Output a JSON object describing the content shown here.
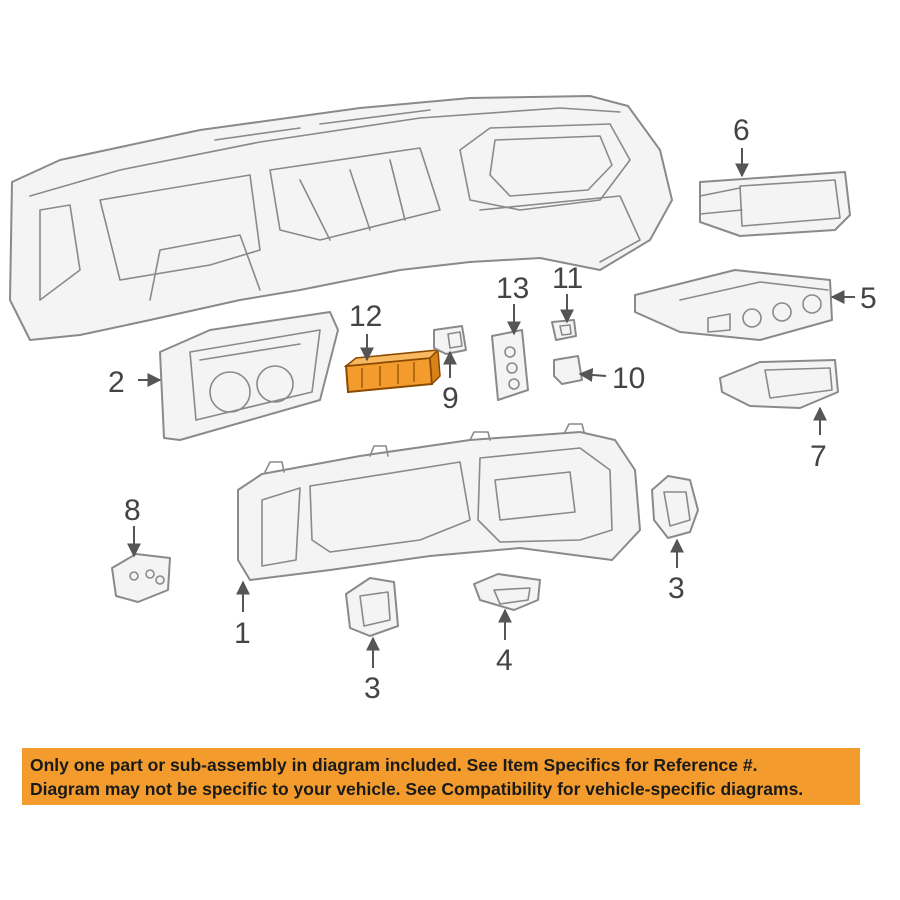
{
  "diagram": {
    "callouts": {
      "p1": "1",
      "p2": "2",
      "p3a": "3",
      "p3b": "3",
      "p4": "4",
      "p5": "5",
      "p6": "6",
      "p7": "7",
      "p8": "8",
      "p9": "9",
      "p10": "10",
      "p11": "11",
      "p12": "12",
      "p13": "13"
    },
    "highlight_color": "#f39c2d",
    "line_color": "#8a8a8a"
  },
  "notice": {
    "line1": "Only one part or sub-assembly in diagram included. See Item Specifics for Reference #.",
    "line2": "Diagram may not be specific to your vehicle. See Compatibility for vehicle-specific diagrams.",
    "background": "#f39c2d"
  }
}
